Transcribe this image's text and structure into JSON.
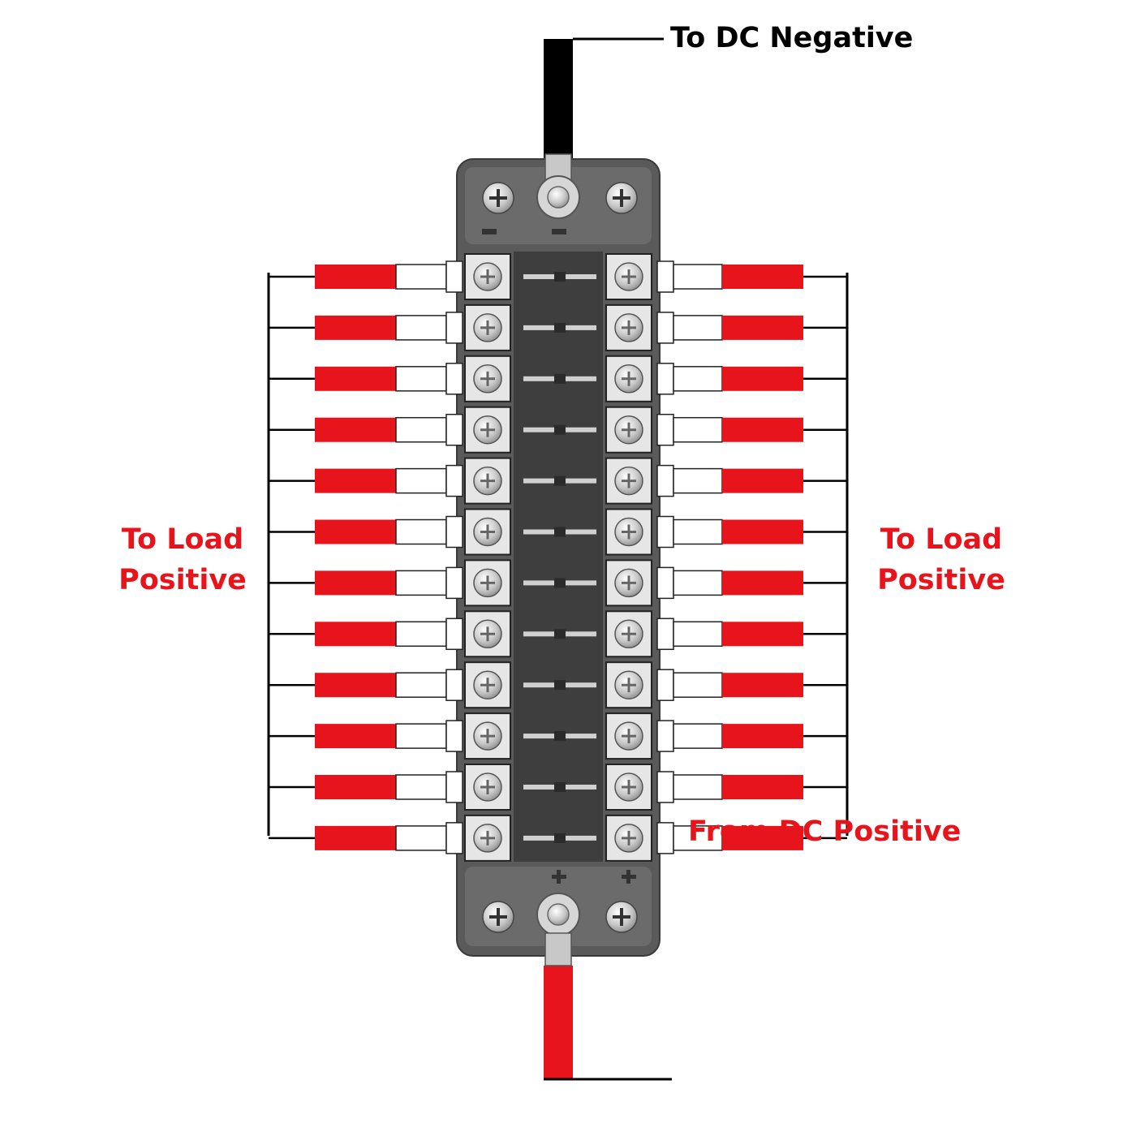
{
  "labels": {
    "dc_negative": "To DC Negative",
    "dc_positive": "From DC Positive",
    "left_load_line1": "To Load",
    "left_load_line2": "Positive",
    "right_load_line1": "To Load",
    "right_load_line2": "Positive"
  },
  "fuse_block": {
    "circuit_count": 12,
    "negative_terminal_symbol": "−",
    "positive_terminal_symbol": "+"
  },
  "colors": {
    "wire_negative": "#000000",
    "wire_positive": "#e8141b",
    "label_red": "#e8141b",
    "block_body": "#5a5a5a",
    "block_inner": "#3e3e3e",
    "terminal_pad": "#e6e6e6"
  }
}
